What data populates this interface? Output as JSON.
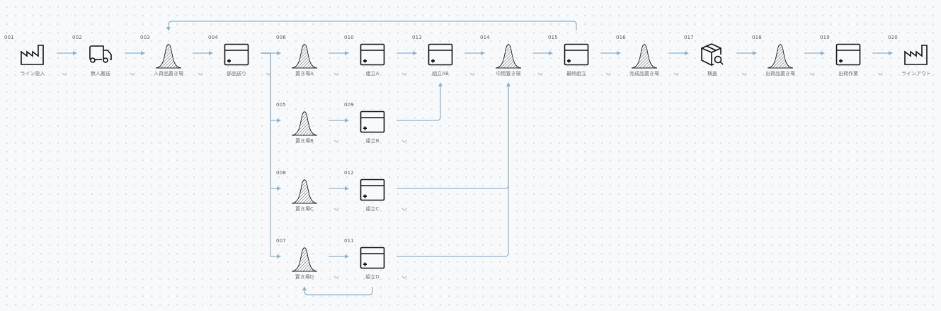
{
  "diagram": {
    "type": "process-flow",
    "edge_color": "#8db3cc",
    "nodes": [
      {
        "id": "001",
        "label": "ライン投入",
        "kind": "factory",
        "chevron": true
      },
      {
        "id": "002",
        "label": "無人搬送",
        "kind": "truck",
        "chevron": true
      },
      {
        "id": "003",
        "label": "入荷品置き場",
        "kind": "storage",
        "chevron": true
      },
      {
        "id": "004",
        "label": "部品送り",
        "kind": "process",
        "chevron": true
      },
      {
        "id": "006",
        "label": "置き場A",
        "kind": "storage",
        "chevron": true
      },
      {
        "id": "010",
        "label": "組立A",
        "kind": "process",
        "chevron": true
      },
      {
        "id": "013",
        "label": "組立AB",
        "kind": "process",
        "chevron": true
      },
      {
        "id": "014",
        "label": "中間置き場",
        "kind": "storage",
        "chevron": true
      },
      {
        "id": "015",
        "label": "最終組立",
        "kind": "process",
        "chevron": true
      },
      {
        "id": "016",
        "label": "完成品置き場",
        "kind": "storage",
        "chevron": true
      },
      {
        "id": "017",
        "label": "検査",
        "kind": "inspection",
        "chevron": true
      },
      {
        "id": "018",
        "label": "出荷品置き場",
        "kind": "storage",
        "chevron": true
      },
      {
        "id": "019",
        "label": "出荷作業",
        "kind": "process",
        "chevron": true
      },
      {
        "id": "020",
        "label": "ラインアウト",
        "kind": "factory",
        "chevron": false
      },
      {
        "id": "005",
        "label": "置き場B",
        "kind": "storage",
        "chevron": true
      },
      {
        "id": "009",
        "label": "組立B",
        "kind": "process",
        "chevron": true
      },
      {
        "id": "008",
        "label": "置き場C",
        "kind": "storage",
        "chevron": true
      },
      {
        "id": "012",
        "label": "組立C",
        "kind": "process",
        "chevron": true
      },
      {
        "id": "007",
        "label": "置き場D",
        "kind": "storage",
        "chevron": true
      },
      {
        "id": "011",
        "label": "組立D",
        "kind": "process",
        "chevron": true
      }
    ],
    "edges": [
      {
        "from": "001",
        "to": "002"
      },
      {
        "from": "002",
        "to": "003"
      },
      {
        "from": "003",
        "to": "004"
      },
      {
        "from": "004",
        "to": "006"
      },
      {
        "from": "004",
        "to": "005"
      },
      {
        "from": "004",
        "to": "008"
      },
      {
        "from": "004",
        "to": "007"
      },
      {
        "from": "006",
        "to": "010"
      },
      {
        "from": "010",
        "to": "013"
      },
      {
        "from": "005",
        "to": "009"
      },
      {
        "from": "009",
        "to": "013"
      },
      {
        "from": "013",
        "to": "014"
      },
      {
        "from": "008",
        "to": "012"
      },
      {
        "from": "012",
        "to": "014"
      },
      {
        "from": "007",
        "to": "011"
      },
      {
        "from": "011",
        "to": "014"
      },
      {
        "from": "011",
        "to": "007",
        "type": "loop-back"
      },
      {
        "from": "014",
        "to": "015"
      },
      {
        "from": "015",
        "to": "003",
        "type": "loop-back"
      },
      {
        "from": "015",
        "to": "016"
      },
      {
        "from": "016",
        "to": "017"
      },
      {
        "from": "017",
        "to": "018"
      },
      {
        "from": "018",
        "to": "019"
      },
      {
        "from": "019",
        "to": "020"
      }
    ]
  }
}
